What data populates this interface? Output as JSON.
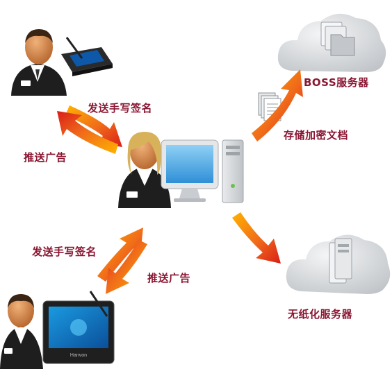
{
  "labels": {
    "top_send": "发送手写签名",
    "top_push": "推送广告",
    "store": "存储加密文档",
    "boss_server": "BOSS服务器",
    "bottom_send": "发送手写签名",
    "bottom_push": "推送广告",
    "paperless_server": "无纸化服务器"
  },
  "tablet_brand": "Hanvon",
  "colors": {
    "label": "#8a1632",
    "arrow_light": "#ffb300",
    "arrow_dark": "#d91e18",
    "cloud": "#d7d9dc",
    "screen": "#5aaee6"
  }
}
